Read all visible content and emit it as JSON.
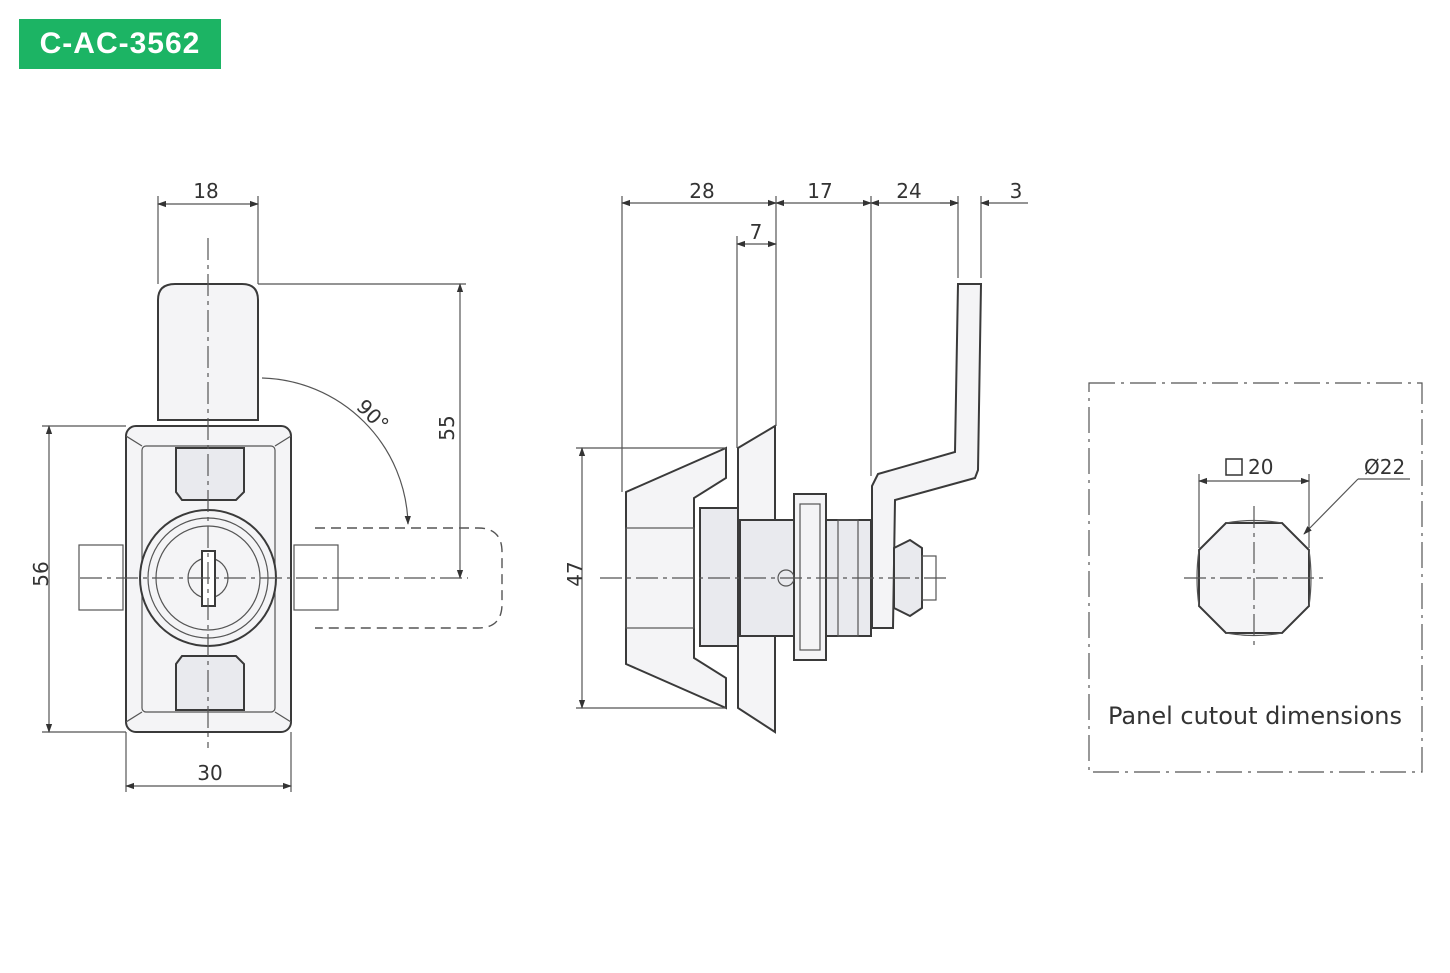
{
  "badge": {
    "label": "C-AC-3562",
    "color": "#1cb464"
  },
  "front_view": {
    "dim_top_width": "18",
    "dim_bottom_width": "30",
    "dim_left_height": "56",
    "dim_arm_reach": "55",
    "angle": "90°"
  },
  "side_view": {
    "dim_28": "28",
    "dim_17": "17",
    "dim_24": "24",
    "dim_3": "3",
    "dim_7": "7",
    "dim_47": "47"
  },
  "panel_cutout": {
    "square_dim": "20",
    "diameter_dim": "Ø22",
    "caption": "Panel cutout dimensions"
  }
}
